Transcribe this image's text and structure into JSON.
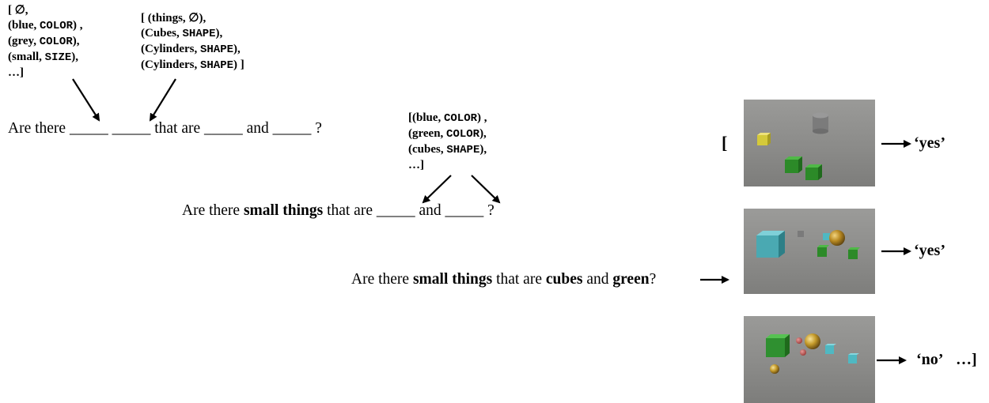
{
  "list1": [
    "[ ∅,",
    "(blue, |COLOR) ,",
    "(grey, |COLOR),",
    "(small, |SIZE),",
    "…]"
  ],
  "list2": [
    "[ (things, ∅),",
    "(Cubes, |SHAPE),",
    "(Cylinders, |SHAPE),",
    "(Cylinders, |SHAPE) ]"
  ],
  "list3": [
    "[(blue, |COLOR) ,",
    "(green, |COLOR),",
    "(cubes, |SHAPE),",
    "…]"
  ],
  "template1": {
    "part1": "Are there",
    "blank": "_____",
    "part2": "that are",
    "part3": "and",
    "part4": "?"
  },
  "template2": {
    "part1": "Are there",
    "bold1": "small things",
    "part2": "that are",
    "blank": "_____",
    "part3": "and",
    "part4": "?"
  },
  "question": {
    "part1": "Are there",
    "bold1": "small things",
    "part2": "that are",
    "bold2": "cubes",
    "part3": "and",
    "bold3": "green",
    "part4": "?"
  },
  "open_bracket": "[",
  "answers": [
    "‘yes’",
    "‘yes’",
    "‘no’"
  ],
  "trailing": "…]",
  "colors": {
    "render_bg": "#8f8f8d",
    "green": "#2f8a2a",
    "cyan": "#49b6c0",
    "yellow": "#d8cc3a",
    "gold": "#b98a22",
    "grey": "#7a7a7a",
    "red": "#c0504d"
  }
}
